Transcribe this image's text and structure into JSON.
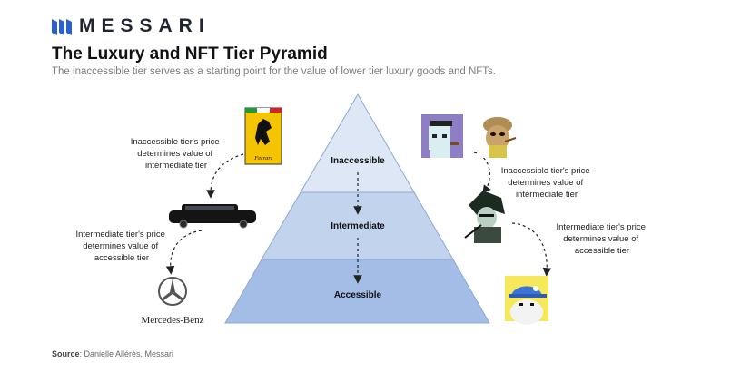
{
  "brand": {
    "name": "MESSARI"
  },
  "title": "The Luxury and NFT Tier Pyramid",
  "subtitle": "The inaccessible tier serves as a starting point for the value of lower tier luxury goods and NFTs.",
  "pyramid": {
    "tiers": [
      {
        "label": "Inaccessible",
        "color": "#dde7f6"
      },
      {
        "label": "Intermediate",
        "color": "#c2d3ee"
      },
      {
        "label": "Accessible",
        "color": "#a3bde6"
      }
    ]
  },
  "left_notes": [
    {
      "lines": [
        "Inaccessible tier's price",
        "determines value of",
        "intermediate tier"
      ]
    },
    {
      "lines": [
        "Intermediate tier's price",
        "determines value of",
        "accessible tier"
      ]
    }
  ],
  "right_notes": [
    {
      "lines": [
        "Inaccessible tier's price",
        "determines value of",
        "intermediate tier"
      ]
    },
    {
      "lines": [
        "Intermediate tier's price",
        "determines value of",
        "accessible tier"
      ]
    }
  ],
  "images": {
    "ferrari_logo_text": "Ferrari",
    "mercedes_text": "Mercedes-Benz"
  },
  "source": {
    "label": "Source",
    "text": ": Danielle Allérès, Messari"
  }
}
